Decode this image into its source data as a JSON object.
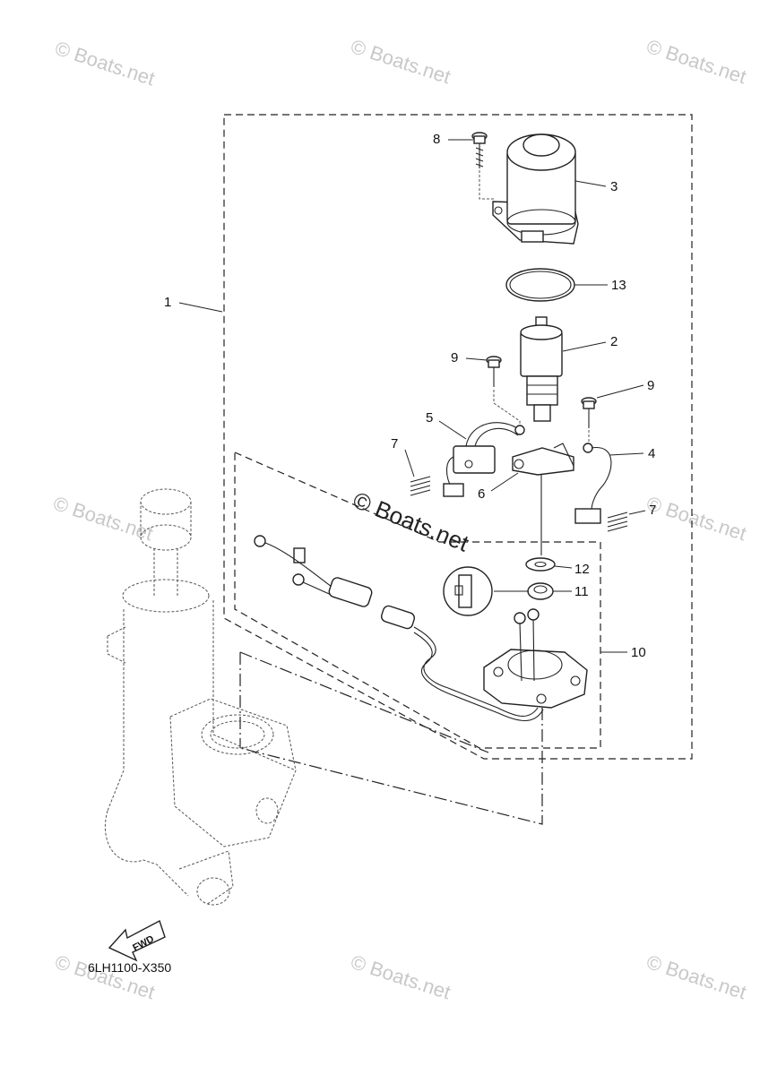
{
  "watermark": "© Boats.net",
  "diagram_code": "6LH1100-X350",
  "fwd_label": "FWD",
  "callouts": {
    "c1": "1",
    "c2": "2",
    "c3": "3",
    "c4": "4",
    "c5": "5",
    "c6": "6",
    "c7a": "7",
    "c7b": "7",
    "c8": "8",
    "c9a": "9",
    "c9b": "9",
    "c10": "10",
    "c11": "11",
    "c12": "12",
    "c13": "13"
  }
}
